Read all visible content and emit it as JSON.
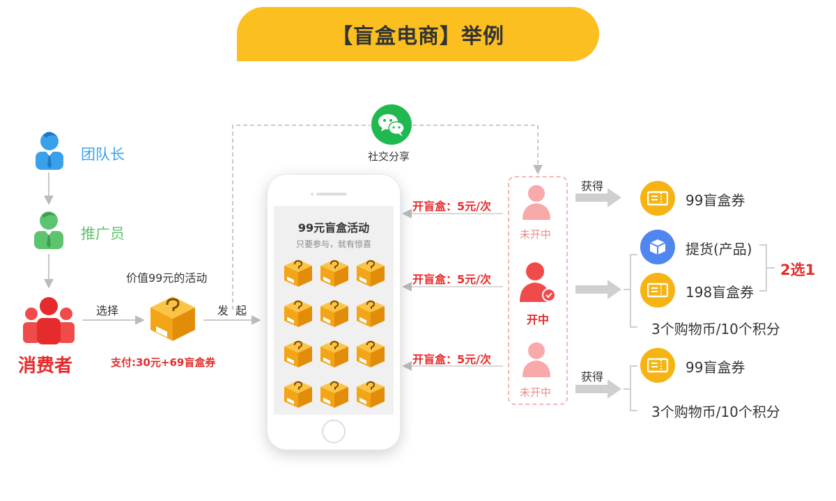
{
  "title": "【盲盒电商】举例",
  "roles": {
    "leader": "团队长",
    "promoter": "推广员",
    "consumer": "消费者"
  },
  "left_flow": {
    "select": "选择",
    "activity_label": "价值99元的活动",
    "pay": "支付:30元+69盲盒券",
    "launch": "发  起"
  },
  "share": {
    "label": "社交分享"
  },
  "phone": {
    "title": "99元盲盒活动",
    "subtitle": "只要参与，就有惊喜",
    "box_count": 12
  },
  "open_prices": [
    "开盲盒：5元/次",
    "开盲盒：5元/次",
    "开盲盒：5元/次"
  ],
  "outcomes": {
    "not_won": "未开中",
    "won": "开中"
  },
  "gain_labels": [
    "获得",
    "获得"
  ],
  "rewards": {
    "top_coupon": "99盲盒券",
    "pickup": "提货(产品)",
    "coupon_198": "198盲盒券",
    "choose": "2选1",
    "coins_mid": "3个购物币/10个积分",
    "bottom_coupon": "99盲盒券",
    "coins_bottom": "3个购物币/10个积分"
  },
  "colors": {
    "accent": "#fbbf1f",
    "red": "#e52b2b",
    "blue_role": "#3aa0ea",
    "green_role": "#5cc46e",
    "wechat": "#1fb94f"
  }
}
